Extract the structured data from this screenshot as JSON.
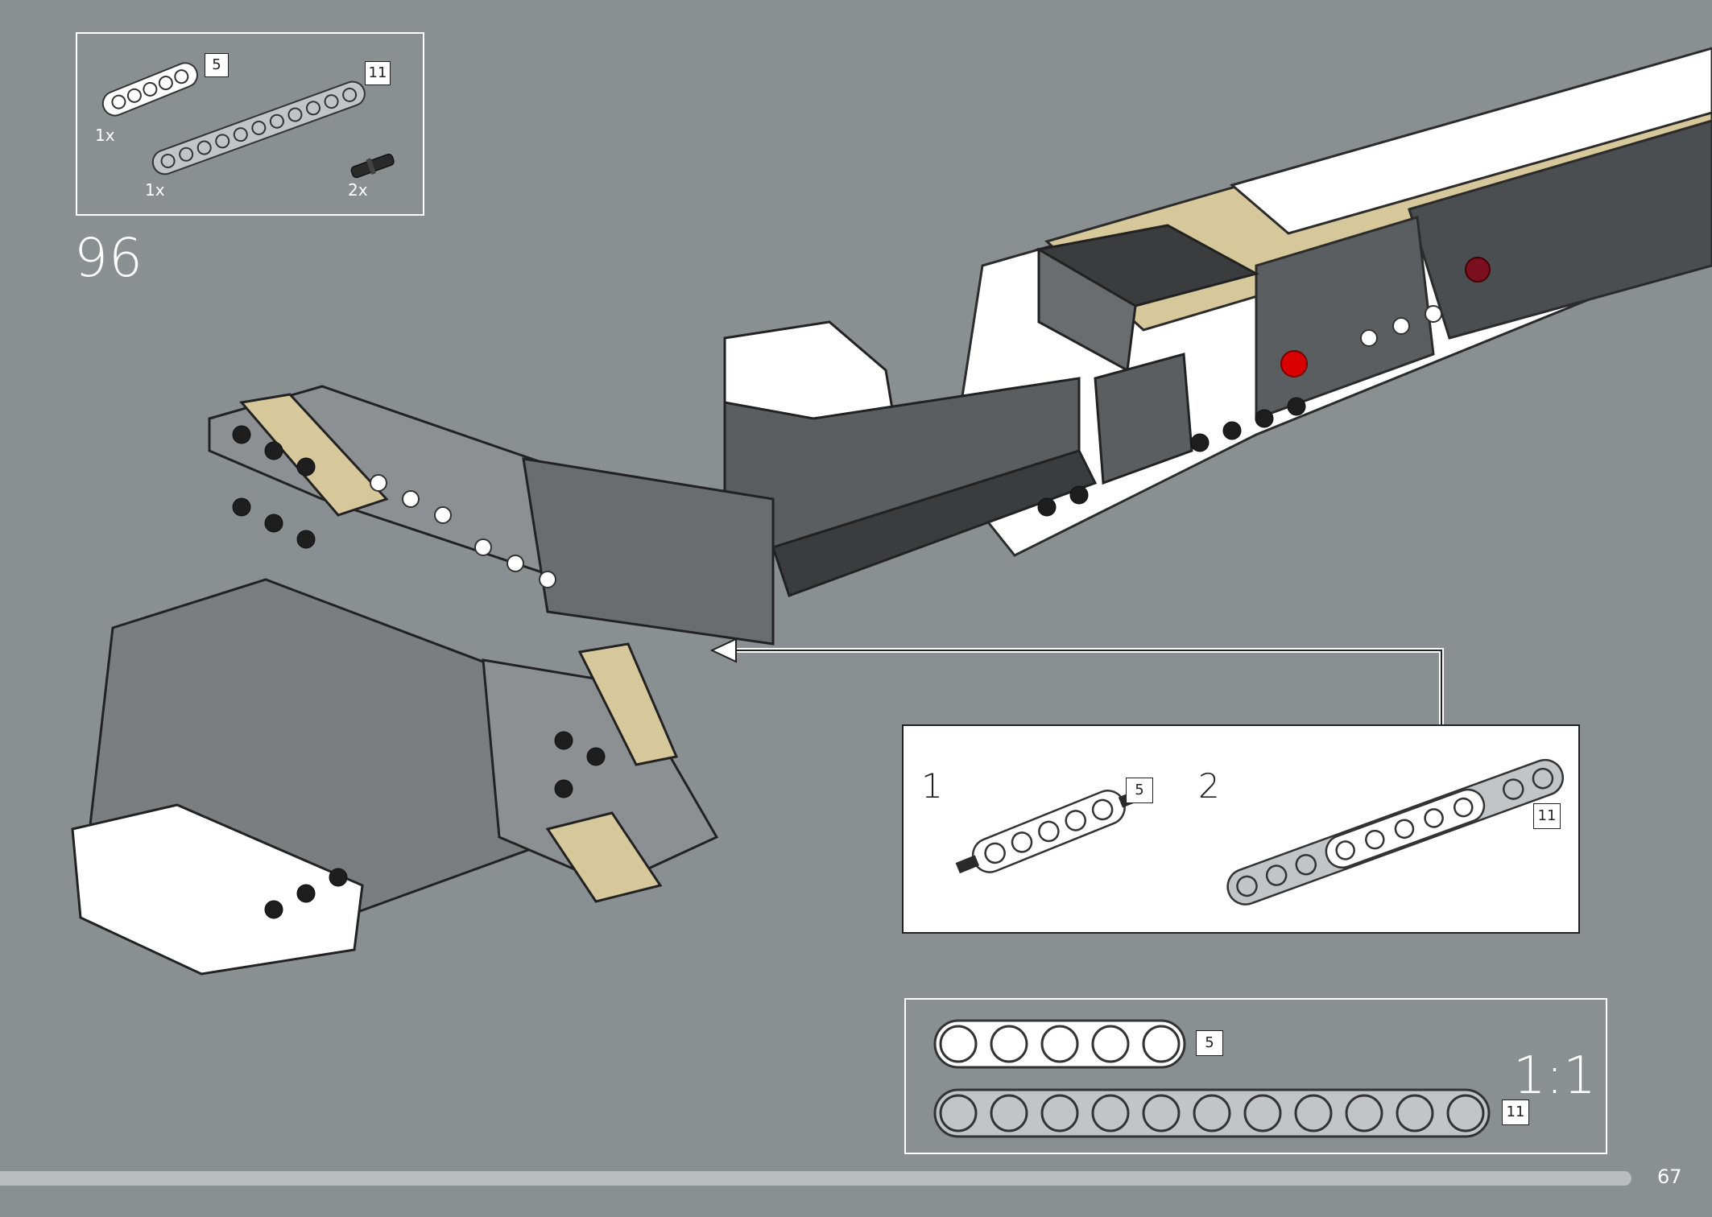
{
  "step": {
    "number": "96"
  },
  "parts_list": {
    "items": [
      {
        "qty": "1x",
        "length": "5",
        "color": "#ffffff",
        "part": "technic-beam"
      },
      {
        "qty": "1x",
        "length": "11",
        "color": "#b4b7b9",
        "part": "technic-beam"
      },
      {
        "qty": "2x",
        "length": "",
        "color": "#2a2a2a",
        "part": "technic-pin"
      }
    ]
  },
  "callout": {
    "substeps": [
      {
        "number": "1",
        "beam_length": "5"
      },
      {
        "number": "2",
        "beam_length": "11"
      }
    ]
  },
  "scale_reference": {
    "label": "1:1",
    "beams": [
      {
        "length": "5",
        "holes": 5,
        "color": "#ffffff"
      },
      {
        "length": "11",
        "holes": 11,
        "color": "#b4b7b9"
      }
    ]
  },
  "footer": {
    "page_number": "67"
  },
  "colors": {
    "background": "#8a8f92",
    "accent_tan": "#d6c89a",
    "dark_gray": "#5b5e60",
    "light_gray": "#b4b7b9"
  }
}
